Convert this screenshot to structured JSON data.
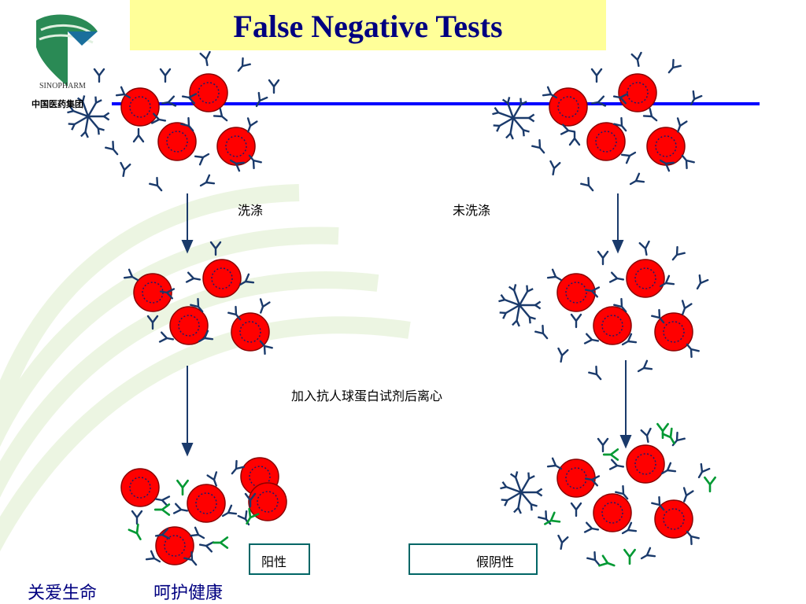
{
  "title": "False Negative Tests",
  "logo": {
    "brand_en": "SINOPHARM",
    "brand_cn": "中国医药集团",
    "name": "sinopharm-logo"
  },
  "labels": {
    "wash": "洗涤",
    "no_wash": "未洗涤",
    "add_reagent": "加入抗人球蛋白试剂后离心"
  },
  "results": {
    "positive": "阳性",
    "false_negative": "假阴性"
  },
  "slogan": {
    "left": "关爱生命",
    "right": "呵护健康"
  },
  "colors": {
    "title_bg": "#ffff99",
    "title_text": "#000080",
    "cell_fill": "#ff0000",
    "antibody": "#1a3a6b",
    "agh_reagent": "#009933",
    "line": "#0000ff",
    "slogan": "#000080"
  }
}
